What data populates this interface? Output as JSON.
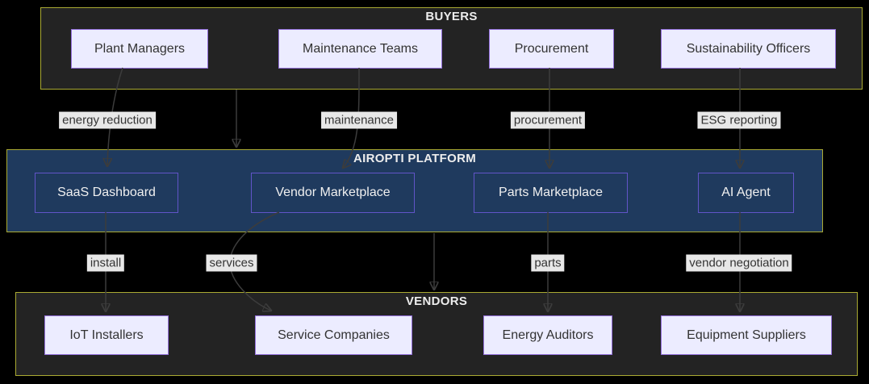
{
  "diagram": {
    "type": "flowchart",
    "direction": "top-down",
    "clusters": [
      {
        "id": "BUYERS",
        "label": "BUYERS",
        "nodes": [
          {
            "label": "Plant Managers"
          },
          {
            "label": "Maintenance Teams"
          },
          {
            "label": "Procurement"
          },
          {
            "label": "Sustainability Officers"
          }
        ]
      },
      {
        "id": "AIROPTI PLATFORM",
        "label": "AIROPTI PLATFORM",
        "nodes": [
          {
            "label": "SaaS Dashboard"
          },
          {
            "label": "Vendor Marketplace"
          },
          {
            "label": "Parts Marketplace"
          },
          {
            "label": "AI Agent"
          }
        ]
      },
      {
        "id": "VENDORS",
        "label": "VENDORS",
        "nodes": [
          {
            "label": "IoT Installers"
          },
          {
            "label": "Service Companies"
          },
          {
            "label": "Energy Auditors"
          },
          {
            "label": "Equipment Suppliers"
          }
        ]
      }
    ],
    "edges": [
      {
        "from": "Plant Managers",
        "to": "SaaS Dashboard",
        "label": "energy reduction"
      },
      {
        "from": "Maintenance Teams",
        "to": "Vendor Marketplace",
        "label": "maintenance"
      },
      {
        "from": "Procurement",
        "to": "Parts Marketplace",
        "label": "procurement"
      },
      {
        "from": "Sustainability Officers",
        "to": "AI Agent",
        "label": "ESG reporting"
      },
      {
        "from": "SaaS Dashboard",
        "to": "IoT Installers",
        "label": "install"
      },
      {
        "from": "Vendor Marketplace",
        "to": "Service Companies",
        "label": "services"
      },
      {
        "from": "Parts Marketplace",
        "to": "Energy Auditors",
        "label": "parts"
      },
      {
        "from": "AI Agent",
        "to": "Equipment Suppliers",
        "label": "vendor negotiation"
      },
      {
        "from": "BUYERS",
        "to": "AIROPTI PLATFORM",
        "label": ""
      },
      {
        "from": "AIROPTI PLATFORM",
        "to": "VENDORS",
        "label": ""
      }
    ],
    "colors": {
      "background": "#000000",
      "cluster_fill": "#232323",
      "cluster_border": "#aaaa33",
      "platform_cluster_fill": "#1f3a5e",
      "node_fill": "#ececff",
      "node_border": "#9370db",
      "node_text": "#333333",
      "platform_node_border": "#6154c8",
      "platform_node_text": "#f0f0f0",
      "edge_stroke": "#3c3c3c",
      "edge_label_bg": "#e8e8e8",
      "edge_label_text": "#333333",
      "cluster_label_text": "#ededed"
    }
  }
}
